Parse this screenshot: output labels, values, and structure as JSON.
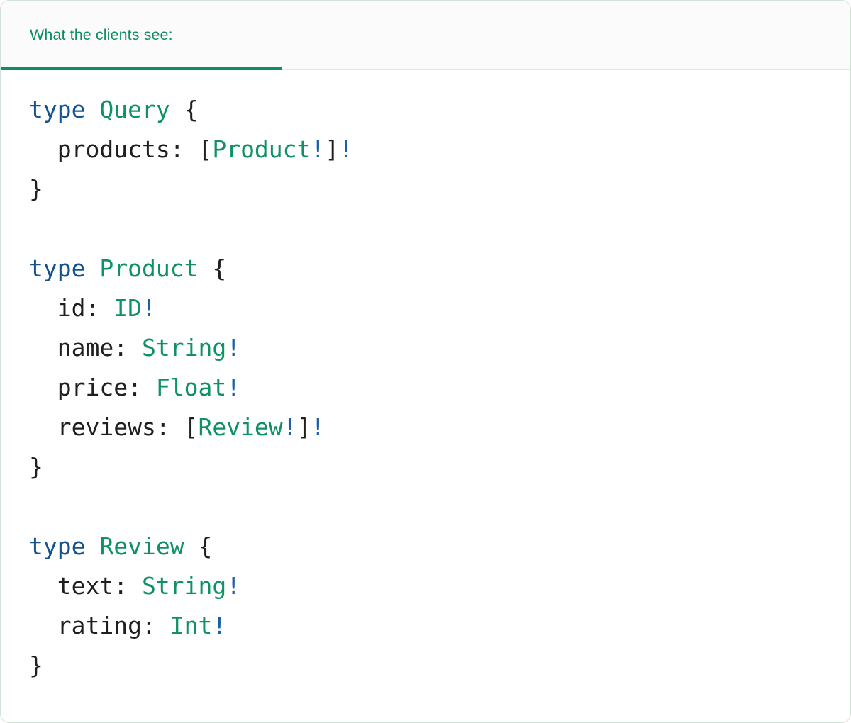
{
  "card": {
    "border_color": "#cfe3d8",
    "background": "#ffffff"
  },
  "tabs": {
    "active_index": 0,
    "accent_color": "#0e8f63",
    "divider_color": "#e6e6e6",
    "items": [
      {
        "label": "What the clients see:",
        "active": true
      }
    ]
  },
  "code": {
    "language": "graphql",
    "colors": {
      "keyword": "#15538f",
      "type_name": "#0f9167",
      "non_null": "#1b5fa8",
      "punctuation": "#1f1f1f",
      "field": "#1f1f1f"
    },
    "lines": [
      {
        "tokens": [
          {
            "text": "type",
            "kind": "kw"
          },
          {
            "text": " ",
            "kind": "plain"
          },
          {
            "text": "Query",
            "kind": "type"
          },
          {
            "text": " ",
            "kind": "plain"
          },
          {
            "text": "{",
            "kind": "punct"
          }
        ]
      },
      {
        "tokens": [
          {
            "text": "  ",
            "kind": "plain"
          },
          {
            "text": "products",
            "kind": "field"
          },
          {
            "text": ": ",
            "kind": "punct"
          },
          {
            "text": "[",
            "kind": "punct"
          },
          {
            "text": "Product",
            "kind": "type"
          },
          {
            "text": "!",
            "kind": "bang"
          },
          {
            "text": "]",
            "kind": "punct"
          },
          {
            "text": "!",
            "kind": "bang"
          }
        ]
      },
      {
        "tokens": [
          {
            "text": "}",
            "kind": "punct"
          }
        ]
      },
      {
        "tokens": []
      },
      {
        "tokens": [
          {
            "text": "type",
            "kind": "kw"
          },
          {
            "text": " ",
            "kind": "plain"
          },
          {
            "text": "Product",
            "kind": "type"
          },
          {
            "text": " ",
            "kind": "plain"
          },
          {
            "text": "{",
            "kind": "punct"
          }
        ]
      },
      {
        "tokens": [
          {
            "text": "  ",
            "kind": "plain"
          },
          {
            "text": "id",
            "kind": "field"
          },
          {
            "text": ": ",
            "kind": "punct"
          },
          {
            "text": "ID",
            "kind": "type"
          },
          {
            "text": "!",
            "kind": "bang"
          }
        ]
      },
      {
        "tokens": [
          {
            "text": "  ",
            "kind": "plain"
          },
          {
            "text": "name",
            "kind": "field"
          },
          {
            "text": ": ",
            "kind": "punct"
          },
          {
            "text": "String",
            "kind": "type"
          },
          {
            "text": "!",
            "kind": "bang"
          }
        ]
      },
      {
        "tokens": [
          {
            "text": "  ",
            "kind": "plain"
          },
          {
            "text": "price",
            "kind": "field"
          },
          {
            "text": ": ",
            "kind": "punct"
          },
          {
            "text": "Float",
            "kind": "type"
          },
          {
            "text": "!",
            "kind": "bang"
          }
        ]
      },
      {
        "tokens": [
          {
            "text": "  ",
            "kind": "plain"
          },
          {
            "text": "reviews",
            "kind": "field"
          },
          {
            "text": ": ",
            "kind": "punct"
          },
          {
            "text": "[",
            "kind": "punct"
          },
          {
            "text": "Review",
            "kind": "type"
          },
          {
            "text": "!",
            "kind": "bang"
          },
          {
            "text": "]",
            "kind": "punct"
          },
          {
            "text": "!",
            "kind": "bang"
          }
        ]
      },
      {
        "tokens": [
          {
            "text": "}",
            "kind": "punct"
          }
        ]
      },
      {
        "tokens": []
      },
      {
        "tokens": [
          {
            "text": "type",
            "kind": "kw"
          },
          {
            "text": " ",
            "kind": "plain"
          },
          {
            "text": "Review",
            "kind": "type"
          },
          {
            "text": " ",
            "kind": "plain"
          },
          {
            "text": "{",
            "kind": "punct"
          }
        ]
      },
      {
        "tokens": [
          {
            "text": "  ",
            "kind": "plain"
          },
          {
            "text": "text",
            "kind": "field"
          },
          {
            "text": ": ",
            "kind": "punct"
          },
          {
            "text": "String",
            "kind": "type"
          },
          {
            "text": "!",
            "kind": "bang"
          }
        ]
      },
      {
        "tokens": [
          {
            "text": "  ",
            "kind": "plain"
          },
          {
            "text": "rating",
            "kind": "field"
          },
          {
            "text": ": ",
            "kind": "punct"
          },
          {
            "text": "Int",
            "kind": "type"
          },
          {
            "text": "!",
            "kind": "bang"
          }
        ]
      },
      {
        "tokens": [
          {
            "text": "}",
            "kind": "punct"
          }
        ]
      }
    ]
  }
}
